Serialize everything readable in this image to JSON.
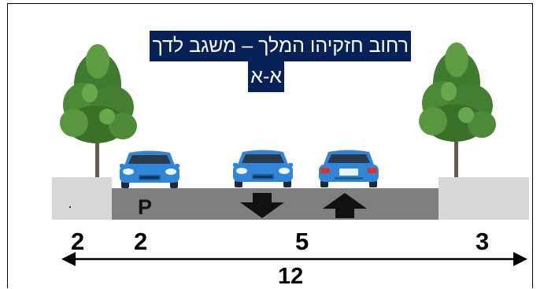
{
  "title": {
    "line1": "רחוב חזקיהו המלך – משגב לדך",
    "line2": "א-א"
  },
  "parking_label": "P",
  "widths": {
    "left_sidewalk": "2",
    "parking_lane": "2",
    "travel_lanes": "5",
    "right_sidewalk": "3",
    "total": "12"
  },
  "icons": [
    "tree-icon",
    "car-icon",
    "arrow-down-icon",
    "arrow-up-icon",
    "double-arrow-icon"
  ],
  "colors": {
    "title_bg": "#062058",
    "road": "#7f7f7f",
    "sidewalk": "#d8d8d8",
    "car": "#2f86d8"
  }
}
